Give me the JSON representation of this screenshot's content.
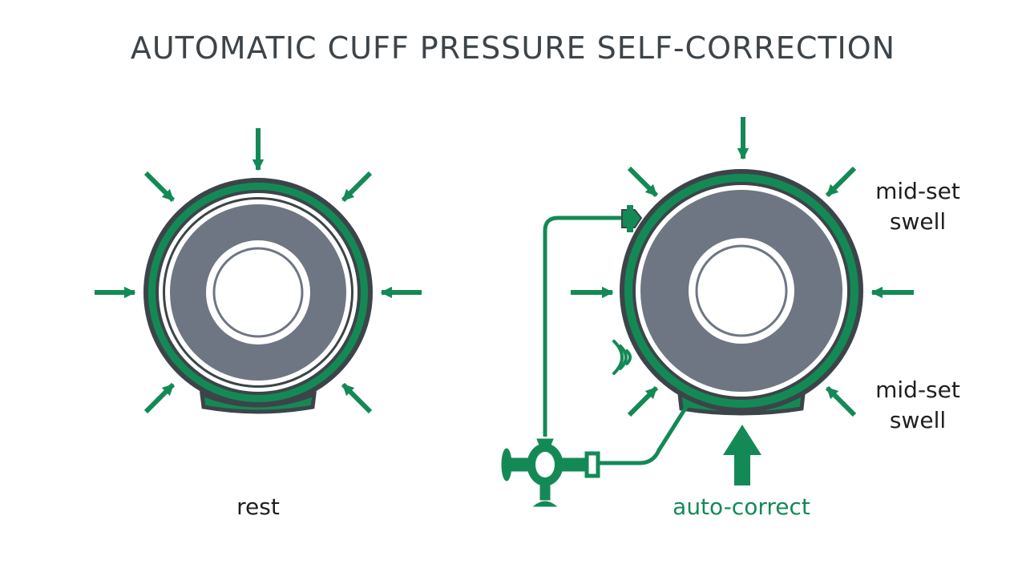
{
  "title": "AUTOMATIC CUFF PRESSURE SELF-CORRECTION",
  "labels": {
    "rest": "rest",
    "swell_top_line1": "mid-set",
    "swell_top_line2": "swell",
    "swell_bottom_line1": "mid-set",
    "swell_bottom_line2": "swell",
    "auto_correct": "auto-correct"
  },
  "colors": {
    "green": "#138a56",
    "dark": "#3d4449",
    "gray": "#6e7683",
    "label_green": "#138a56"
  }
}
